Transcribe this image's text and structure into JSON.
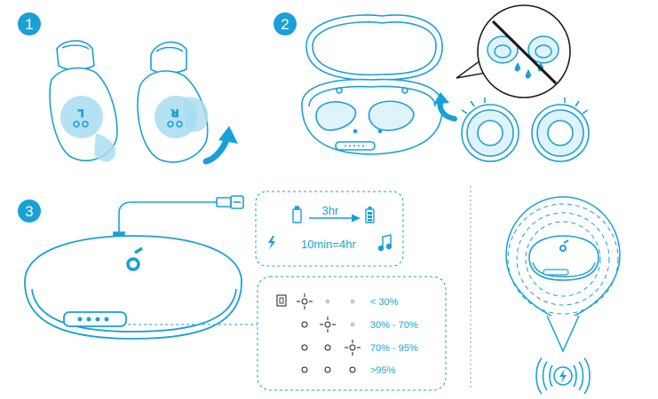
{
  "steps": {
    "one": "1",
    "two": "2",
    "three": "3"
  },
  "earbuds": {
    "left_mark": "L",
    "right_mark": "R"
  },
  "charging_info": {
    "charge_time": "3hr",
    "quick_charge": "10min=4hr"
  },
  "battery_levels": [
    {
      "label": "< 30%",
      "state": [
        "blink",
        "off",
        "off"
      ]
    },
    {
      "label": "30% - 70%",
      "state": [
        "on",
        "blink",
        "off"
      ]
    },
    {
      "label": "70% - 95%",
      "state": [
        "on",
        "on",
        "blink"
      ]
    },
    {
      "label": ">95%",
      "state": [
        "on",
        "on",
        "on"
      ]
    }
  ],
  "colors": {
    "accent": "#1aa0d8",
    "fill_light": "#dff3fb",
    "fill_mid": "#a8dcf0",
    "dim": "#c9c9c9"
  },
  "icons": [
    "battery-empty-icon",
    "battery-full-icon",
    "lightning-icon",
    "music-note-icon",
    "wireless-charging-icon",
    "no-water-icon"
  ]
}
